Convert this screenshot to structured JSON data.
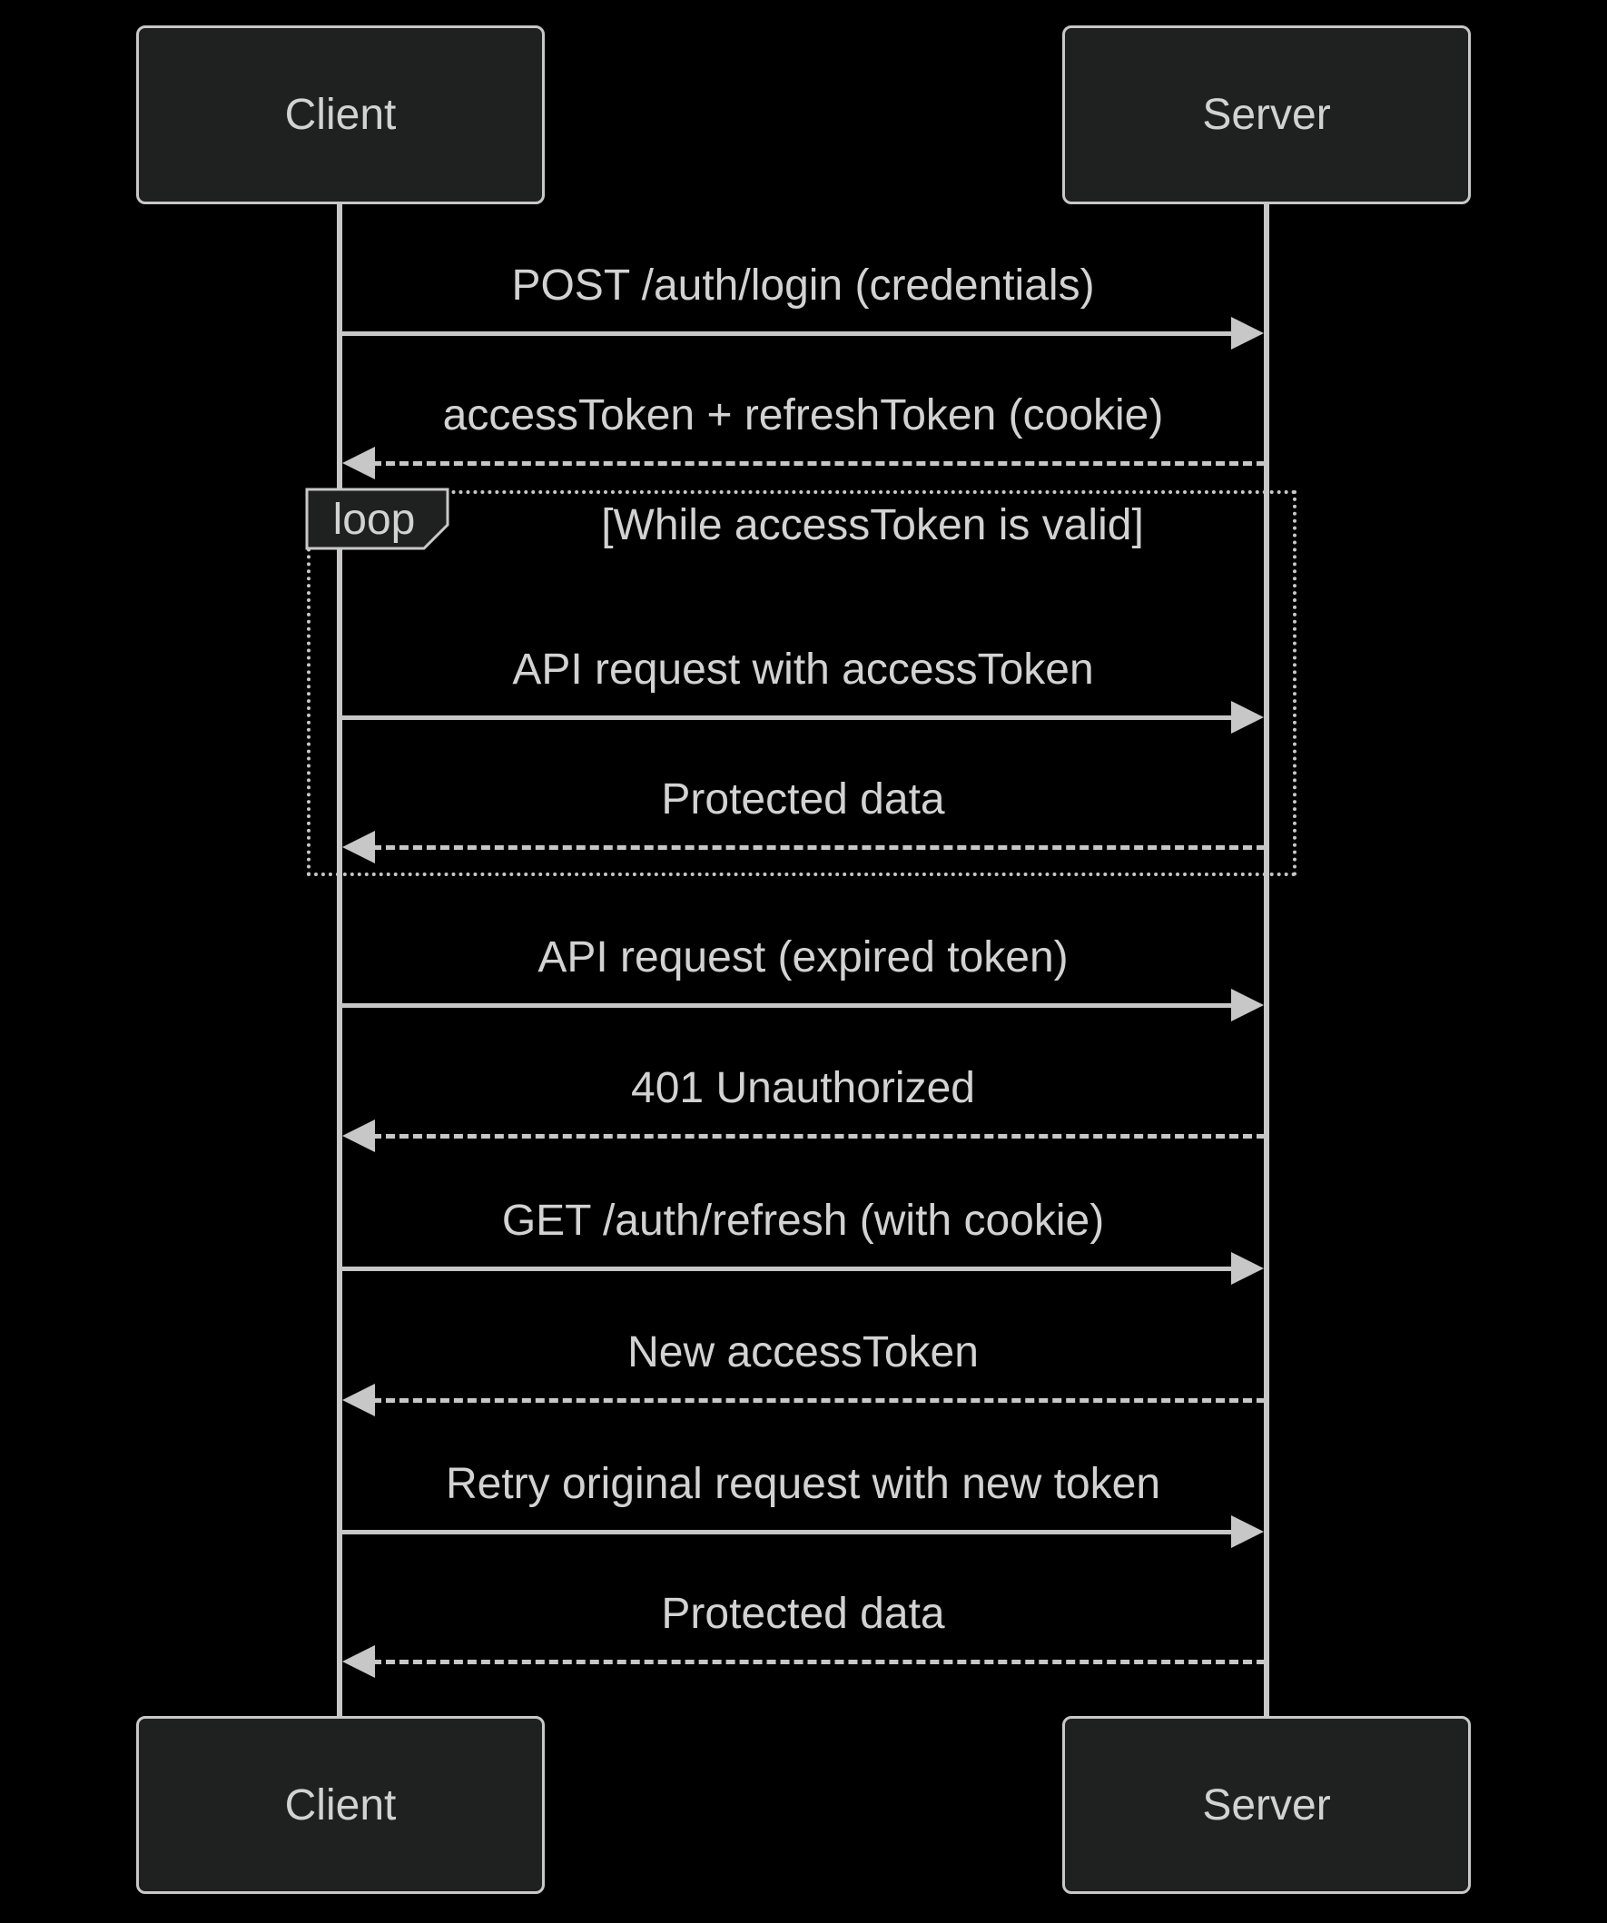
{
  "diagram": {
    "type": "sequence-diagram",
    "actors": [
      {
        "id": "client",
        "label": "Client"
      },
      {
        "id": "server",
        "label": "Server"
      }
    ],
    "loop": {
      "label": "loop",
      "condition": "[While accessToken is valid]"
    },
    "messages": [
      {
        "text": "POST /auth/login (credentials)",
        "from": "Client",
        "to": "Server",
        "line": "solid",
        "in_loop": false
      },
      {
        "text": "accessToken + refreshToken (cookie)",
        "from": "Server",
        "to": "Client",
        "line": "dashed",
        "in_loop": false
      },
      {
        "text": "API request with accessToken",
        "from": "Client",
        "to": "Server",
        "line": "solid",
        "in_loop": true
      },
      {
        "text": "Protected data",
        "from": "Server",
        "to": "Client",
        "line": "dashed",
        "in_loop": true
      },
      {
        "text": "API request (expired token)",
        "from": "Client",
        "to": "Server",
        "line": "solid",
        "in_loop": false
      },
      {
        "text": "401 Unauthorized",
        "from": "Server",
        "to": "Client",
        "line": "dashed",
        "in_loop": false
      },
      {
        "text": "GET /auth/refresh (with cookie)",
        "from": "Client",
        "to": "Server",
        "line": "solid",
        "in_loop": false
      },
      {
        "text": "New accessToken",
        "from": "Server",
        "to": "Client",
        "line": "dashed",
        "in_loop": false
      },
      {
        "text": "Retry original request with new token",
        "from": "Client",
        "to": "Server",
        "line": "solid",
        "in_loop": false
      },
      {
        "text": "Protected data",
        "from": "Server",
        "to": "Client",
        "line": "dashed",
        "in_loop": false
      }
    ],
    "colors": {
      "background": "#000000",
      "actor_fill": "#1f2121",
      "actor_border": "#c8c8c9",
      "text": "#d2d2d2",
      "line": "#c7c7c7"
    }
  }
}
